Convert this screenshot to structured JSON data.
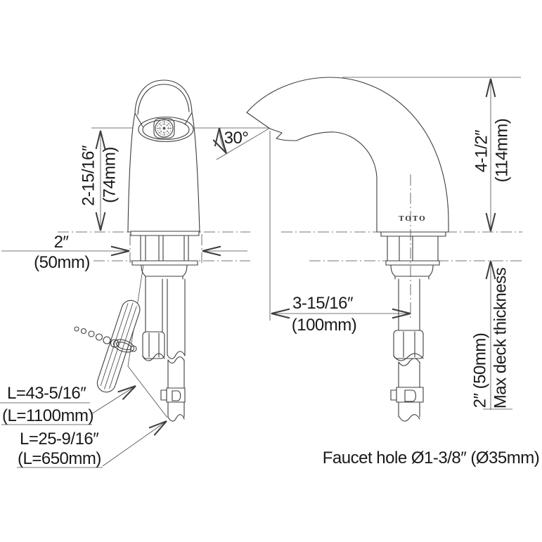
{
  "title": "TOTO sensor faucet dimensional drawing",
  "colors": {
    "line": "#3d3d3d",
    "text": "#191919",
    "background": "#ffffff"
  },
  "labels": {
    "front_view": {
      "spout_height_in": "2-15/16″",
      "spout_height_mm": "(74mm)",
      "base_width_in": "2″",
      "base_width_mm": "(50mm)"
    },
    "side_view": {
      "angle": "30°",
      "overall_height_in": "4-1/2″",
      "overall_height_mm": "(114mm)",
      "reach_in": "3-15/16″",
      "reach_mm": "(100mm)",
      "deck_in_mm": "2″ (50mm)",
      "deck_label": "Max deck thickness",
      "logo": "TOTO"
    },
    "below_deck": {
      "cable_in": "L=43-5/16″",
      "cable_mm": "(L=1100mm)",
      "hose_in": "L=25-9/16″",
      "hose_mm": "(L=650mm)"
    },
    "footer": {
      "faucet_hole": "Faucet hole Ø1-3/8″ (Ø35mm)"
    }
  }
}
